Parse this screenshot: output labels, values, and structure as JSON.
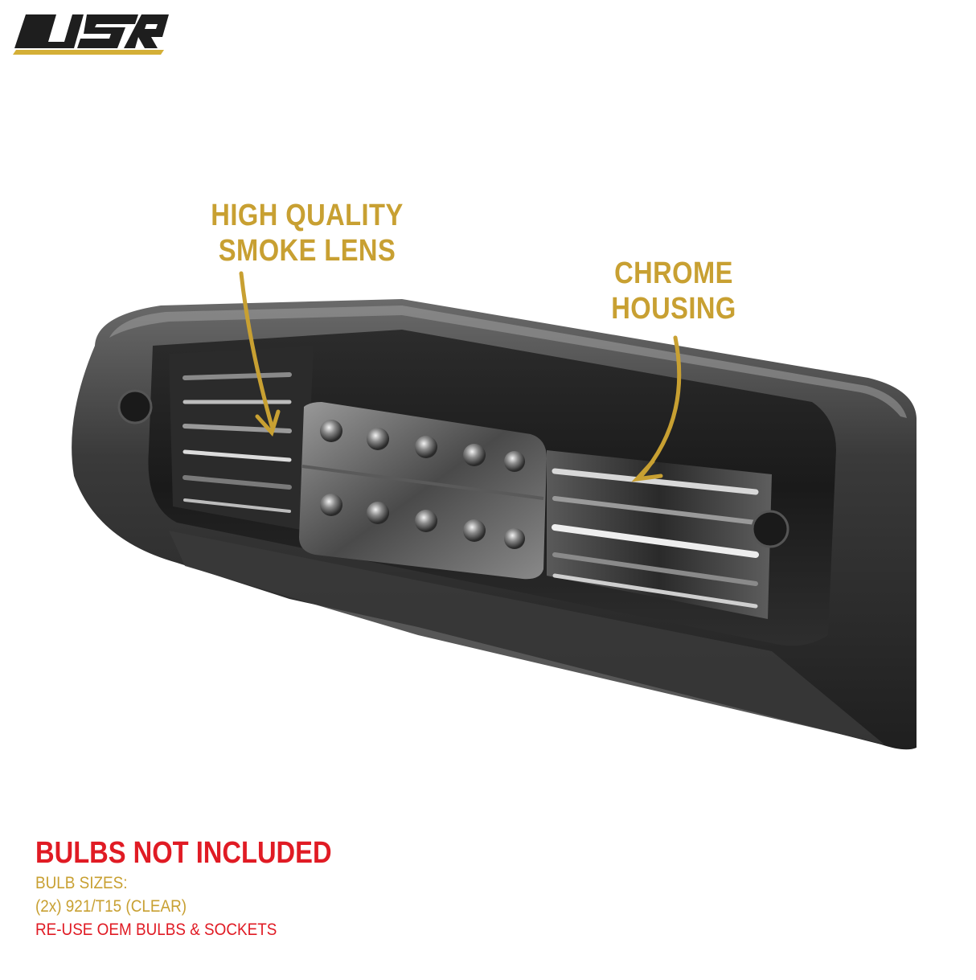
{
  "brand": {
    "logo_text": "USR",
    "color_gold": "#D4AF37",
    "color_dark": "#1E1E1E"
  },
  "callouts": {
    "lens": {
      "line1": "HIGH QUALITY",
      "line2": "SMOKE LENS"
    },
    "housing": {
      "line1": "CHROME",
      "line2": "HOUSING"
    },
    "color": "#C8A032"
  },
  "bulb_info": {
    "warning": "BULBS NOT INCLUDED",
    "warning_color": "#E01B24",
    "sizes_label": "BULB SIZES:",
    "sizes_value": "(2x) 921/T15 (CLEAR)",
    "note": "RE-USE OEM BULBS & SOCKETS",
    "info_color": "#C8A032",
    "note_color": "#E01B24"
  }
}
